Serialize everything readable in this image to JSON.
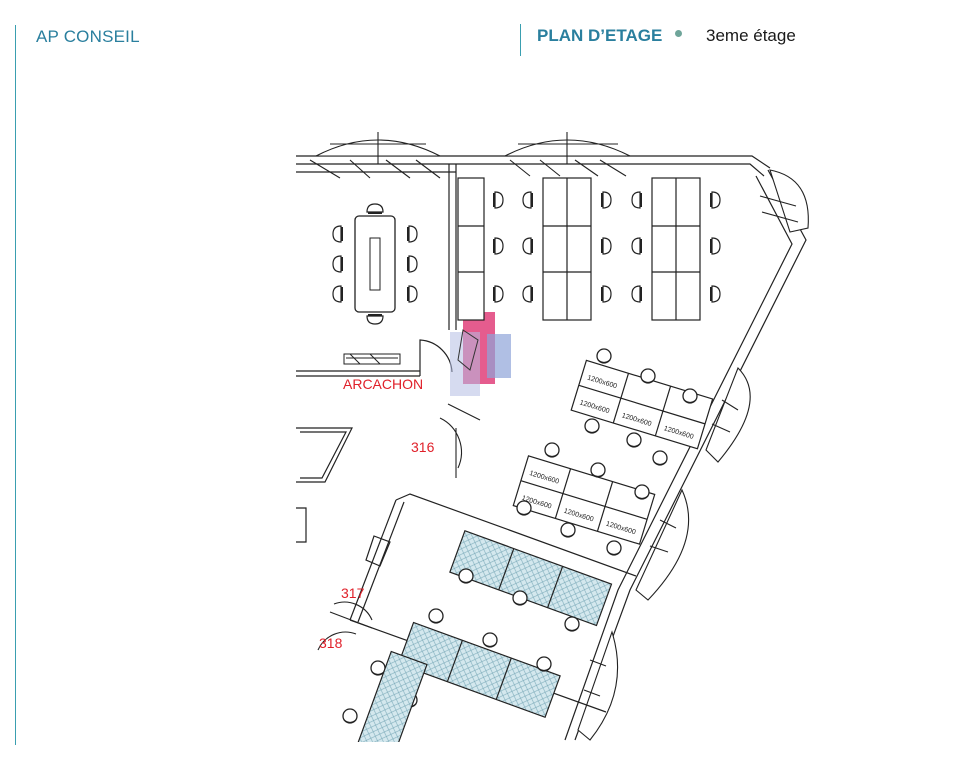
{
  "header": {
    "brand": "AP CONSEIL",
    "plan_title": "PLAN D’ETAGE",
    "floor": "3eme étage"
  },
  "plan": {
    "room_name": "ARCACHON",
    "rooms": [
      "316",
      "317",
      "318"
    ],
    "desk_label_a": "1200x600",
    "desk_label_b": "1200x600",
    "colors": {
      "accent": "#2a7f9e",
      "room_label": "#e0202a",
      "highlight_pink": "#e0407a",
      "highlight_blue": "#8fa4d8"
    }
  }
}
